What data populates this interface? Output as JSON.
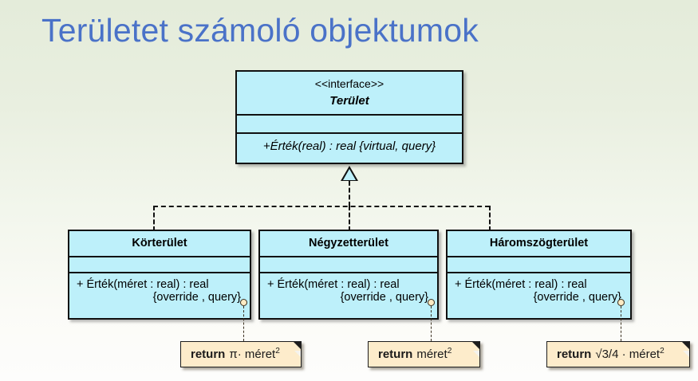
{
  "slide": {
    "title": "Területet számoló objektumok",
    "title_color": "#4a72c8",
    "background_top_color": "#e4ecda",
    "background_bottom_color": "#fdfdfc"
  },
  "diagram": {
    "type": "uml-class-diagram",
    "box_fill_color": "#bdf0fa",
    "note_fill_color": "#fdeccb",
    "interface": {
      "stereotype": "<<interface>>",
      "name": "Terület",
      "attributes": [],
      "operations": [
        "+Érték(real) : real {virtual, query}"
      ]
    },
    "subclasses": [
      {
        "name": "Körterület",
        "attributes": [],
        "operation_line1": "+ Érték(méret : real) : real",
        "operation_line2": "{override , query}",
        "note": {
          "keyword": "return",
          "expression": "π· méret²",
          "expression_base": "π· méret",
          "expression_exponent": "2"
        }
      },
      {
        "name": "Négyzetterület",
        "attributes": [],
        "operation_line1": "+ Érték(méret : real) : real",
        "operation_line2": "{override , query}",
        "note": {
          "keyword": "return",
          "expression": "méret²",
          "expression_base": "méret",
          "expression_exponent": "2"
        }
      },
      {
        "name": "Háromszögterület",
        "attributes": [],
        "operation_line1": "+ Érték(méret : real) : real",
        "operation_line2": "{override , query}",
        "note": {
          "keyword": "return",
          "expression": "√3/4 · méret²",
          "expression_base": "√3/4 · méret",
          "expression_exponent": "2"
        }
      }
    ],
    "relationship": {
      "kind": "realization",
      "style": "dashed-line-hollow-triangle",
      "from": [
        "Körterület",
        "Négyzetterület",
        "Háromszögterület"
      ],
      "to": "Terület"
    }
  }
}
